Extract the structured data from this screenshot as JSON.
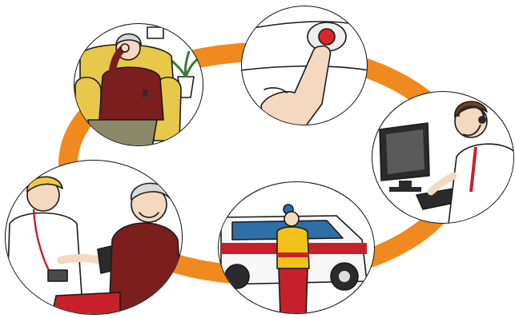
{
  "diagram": {
    "type": "cycle-illustration",
    "colors": {
      "ring": "#f08a1e",
      "outline": "#111111",
      "armchair": "#e8c84a",
      "cardigan": "#7a1e1e",
      "alarm_button": "#d8262b",
      "monitor": "#2b2b2b",
      "ambulance_stripe": "#c8202a",
      "ambulance_window": "#2f6fa8",
      "paramedic_jacket": "#f2c21a",
      "paramedic_pants": "#c8202a",
      "skin": "#f4d9c0",
      "hair_grey": "#d9d9d9",
      "hair_blond": "#f0c844"
    },
    "nodes": [
      {
        "id": "elderly-person-in-armchair",
        "icon": "person-holding-head-icon"
      },
      {
        "id": "pressing-alarm-button",
        "icon": "alarm-button-icon"
      },
      {
        "id": "call-center-operator",
        "icon": "headset-operator-icon"
      },
      {
        "id": "ambulance-arrival",
        "icon": "ambulance-icon"
      },
      {
        "id": "medical-checkup",
        "icon": "blood-pressure-icon"
      }
    ]
  }
}
